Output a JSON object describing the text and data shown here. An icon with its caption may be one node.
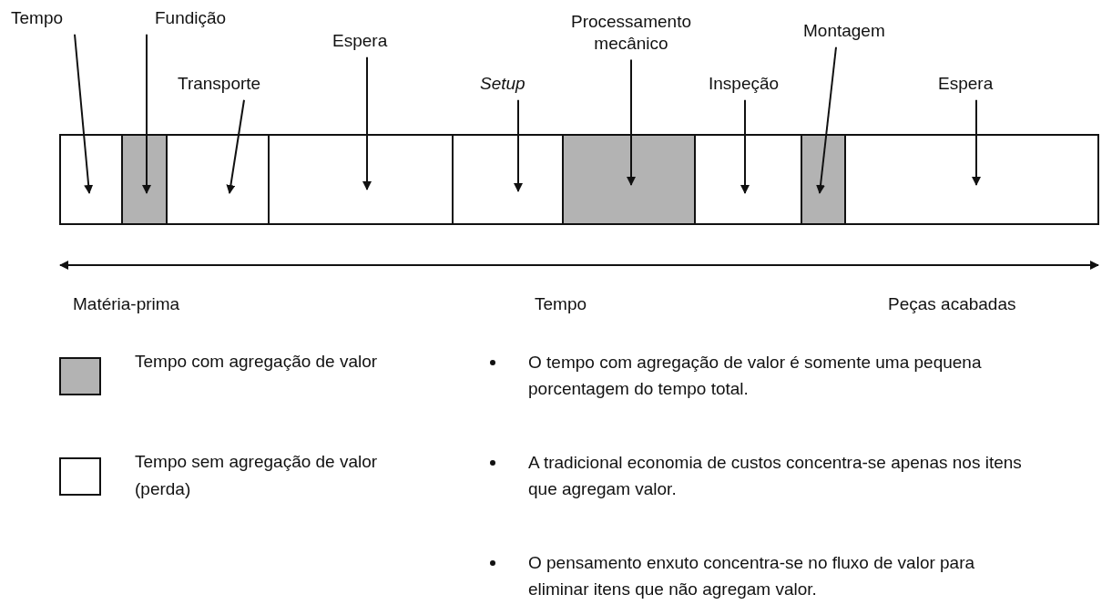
{
  "diagram": {
    "nodes": [
      {
        "text": [
          "Tempo"
        ]
      },
      {
        "text": [
          "Fundição"
        ]
      },
      {
        "text": [
          "Transporte"
        ]
      },
      {
        "text": [
          "Espera"
        ]
      },
      {
        "text": [
          "Setup"
        ]
      },
      {
        "text": [
          "Processamento mecânico"
        ]
      },
      {
        "text": [
          "Inspeção"
        ]
      },
      {
        "text": [
          "Montagem"
        ]
      },
      {
        "text": [
          "Espera"
        ]
      },
      {
        "text": [],
        "shape": "box"
      },
      {
        "text": [],
        "shape": "box"
      },
      {
        "text": [],
        "shape": "box"
      },
      {
        "text": [],
        "shape": "box"
      },
      {
        "text": [],
        "shape": "box"
      },
      {
        "text": [],
        "shape": "box"
      },
      {
        "text": [],
        "shape": "box"
      },
      {
        "text": [],
        "shape": "box"
      },
      {
        "text": [],
        "shape": "box"
      }
    ],
    "edges": [
      {
        "from": 0,
        "to": 9,
        "arrow": "to"
      },
      {
        "from": 1,
        "to": 10,
        "arrow": "to"
      },
      {
        "from": 2,
        "to": 11,
        "arrow": "to"
      },
      {
        "from": 3,
        "to": 12,
        "arrow": "to"
      },
      {
        "from": 4,
        "to": 13,
        "arrow": "to"
      },
      {
        "from": 5,
        "to": 14,
        "arrow": "to"
      },
      {
        "from": 6,
        "to": 15,
        "arrow": "to"
      },
      {
        "from": 7,
        "to": 16,
        "arrow": "to"
      },
      {
        "from": 8,
        "to": 17,
        "arrow": "to"
      }
    ],
    "labels": [
      "Matéria-prima",
      "Tempo",
      "Peças acabadas",
      "O tempo com agregação de valor é somente uma pequena porcentagem do tempo total.",
      "A tradicional economia de custos concentra-se apenas nos itens que agregam valor.",
      "O pensamento enxuto concentra-se no fluxo de valor para eliminar itens que não agregam valor."
    ],
    "legend": [
      {
        "text": "Tempo com agregação de valor",
        "color": "#b3b3b3"
      },
      {
        "text": "Tempo sem agregação de valor (perda)",
        "color": "#ffffff"
      }
    ]
  }
}
